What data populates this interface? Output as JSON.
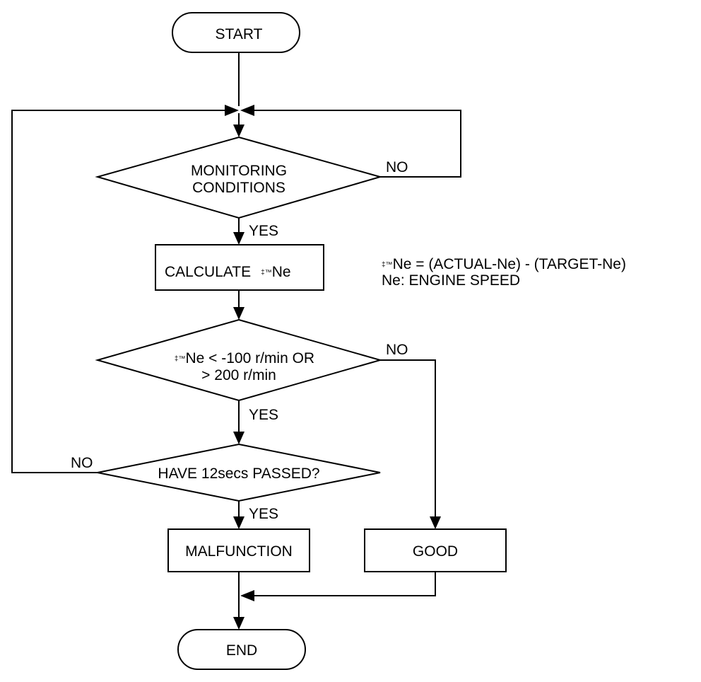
{
  "flowchart": {
    "start": "START",
    "end": "END",
    "decision_monitoring": {
      "line1": "MONITORING",
      "line2": "CONDITIONS"
    },
    "process_calculate": {
      "prefix": "CALCULATE",
      "symbol": "‡™",
      "var": "Ne"
    },
    "decision_ne_range": {
      "symbol": "‡™",
      "line1_rest": "Ne < -100 r/min OR",
      "line2": "> 200 r/min"
    },
    "decision_time": "HAVE 12secs PASSED?",
    "result_malfunction": "MALFUNCTION",
    "result_good": "GOOD",
    "labels": {
      "yes": "YES",
      "no": "NO"
    }
  },
  "legend": {
    "symbol": "‡™",
    "line1_rest": "Ne = (ACTUAL-Ne) - (TARGET-Ne)",
    "line2": "Ne: ENGINE SPEED"
  }
}
